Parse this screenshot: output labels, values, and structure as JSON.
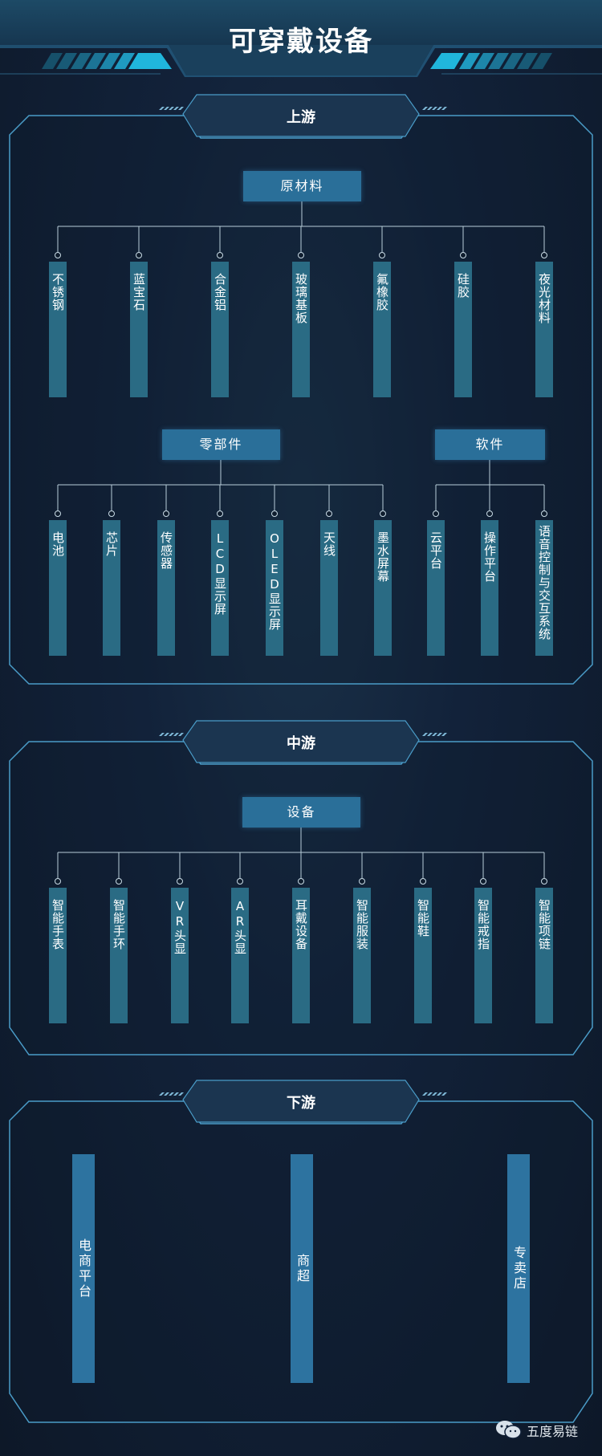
{
  "header": {
    "title": "可穿戴设备"
  },
  "upstream": {
    "label": "上游",
    "raw_materials": {
      "title": "原材料",
      "items": [
        "不锈钢",
        "蓝宝石",
        "合金铝",
        "玻璃基板",
        "氟橡胶",
        "硅胶",
        "夜光材料"
      ]
    },
    "components": {
      "title": "零部件",
      "items": [
        "电池",
        "芯片",
        "传感器",
        "LCD显示屏",
        "OLED显示屏",
        "天线",
        "墨水屏幕"
      ]
    },
    "software": {
      "title": "软件",
      "items": [
        "云平台",
        "操作平台",
        "语音控制与交互系统"
      ]
    }
  },
  "midstream": {
    "label": "中游",
    "devices": {
      "title": "设备",
      "items": [
        "智能手表",
        "智能手环",
        "VR头显",
        "AR头显",
        "耳戴设备",
        "智能服装",
        "智能鞋",
        "智能戒指",
        "智能项链"
      ]
    }
  },
  "downstream": {
    "label": "下游",
    "items": [
      "电商平台",
      "商超",
      "专卖店"
    ]
  },
  "watermark": {
    "text": "五度易链",
    "icon": "wechat-icon"
  },
  "colors": {
    "background": "#12223a",
    "category_box": "#2a6f99",
    "item_bar": "#2a6b84",
    "frame_line": "#4a9cc8",
    "accent": "#1fb7e0"
  }
}
